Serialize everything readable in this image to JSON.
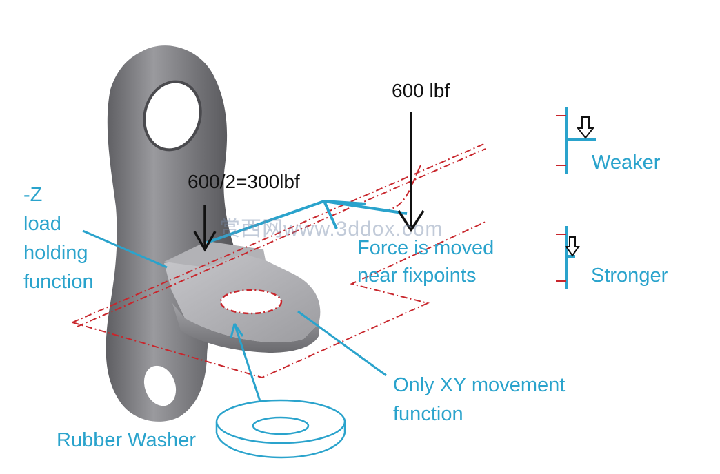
{
  "labels": {
    "force_600": "600 lbf",
    "force_half": "600/2=300lbf",
    "z_load_lines": [
      "-Z",
      "load",
      "holding",
      "function"
    ],
    "force_moved_lines": [
      "Force is moved",
      "near fixpoints"
    ],
    "only_xy_lines": [
      "Only XY movement",
      "function"
    ],
    "rubber_washer": "Rubber Washer",
    "weaker": "Weaker",
    "stronger": "Stronger",
    "watermark": "赏西网www.3ddox.com"
  },
  "colors": {
    "annotation_blue": "#2aa3cc",
    "dimension_red": "#c8262c",
    "force_arrow": "#111111",
    "part_gray": "#8a8a8c"
  }
}
